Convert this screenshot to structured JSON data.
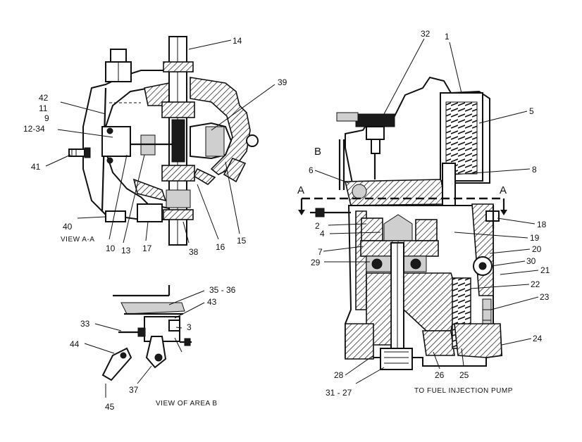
{
  "callouts": {
    "c1": "1",
    "c2": "2",
    "c3": "3",
    "c4": "4",
    "c5": "5",
    "c6": "6",
    "c7": "7",
    "c8": "8",
    "c9": "9",
    "c10": "10",
    "c11": "11",
    "c12_34": "12-34",
    "c13": "13",
    "c14": "14",
    "c15": "15",
    "c16": "16",
    "c17": "17",
    "c18": "18",
    "c19": "19",
    "c20": "20",
    "c21": "21",
    "c22": "22",
    "c23": "23",
    "c24": "24",
    "c25": "25",
    "c26": "26",
    "c28": "28",
    "c29": "29",
    "c30": "30",
    "c31_27": "31 - 27",
    "c32": "32",
    "c33": "33",
    "c35_36": "35 - 36",
    "c37": "37",
    "c38": "38",
    "c39": "39",
    "c40": "40",
    "c41": "41",
    "c42": "42",
    "c43": "43",
    "c44": "44",
    "c45": "45"
  },
  "section_marks": {
    "a_left": "A",
    "a_right": "A",
    "b": "B"
  },
  "captions": {
    "view_a_a": "VIEW A-A",
    "view_area_b": "VIEW  OF  AREA  B",
    "to_pump": "TO FUEL INJECTION PUMP"
  }
}
